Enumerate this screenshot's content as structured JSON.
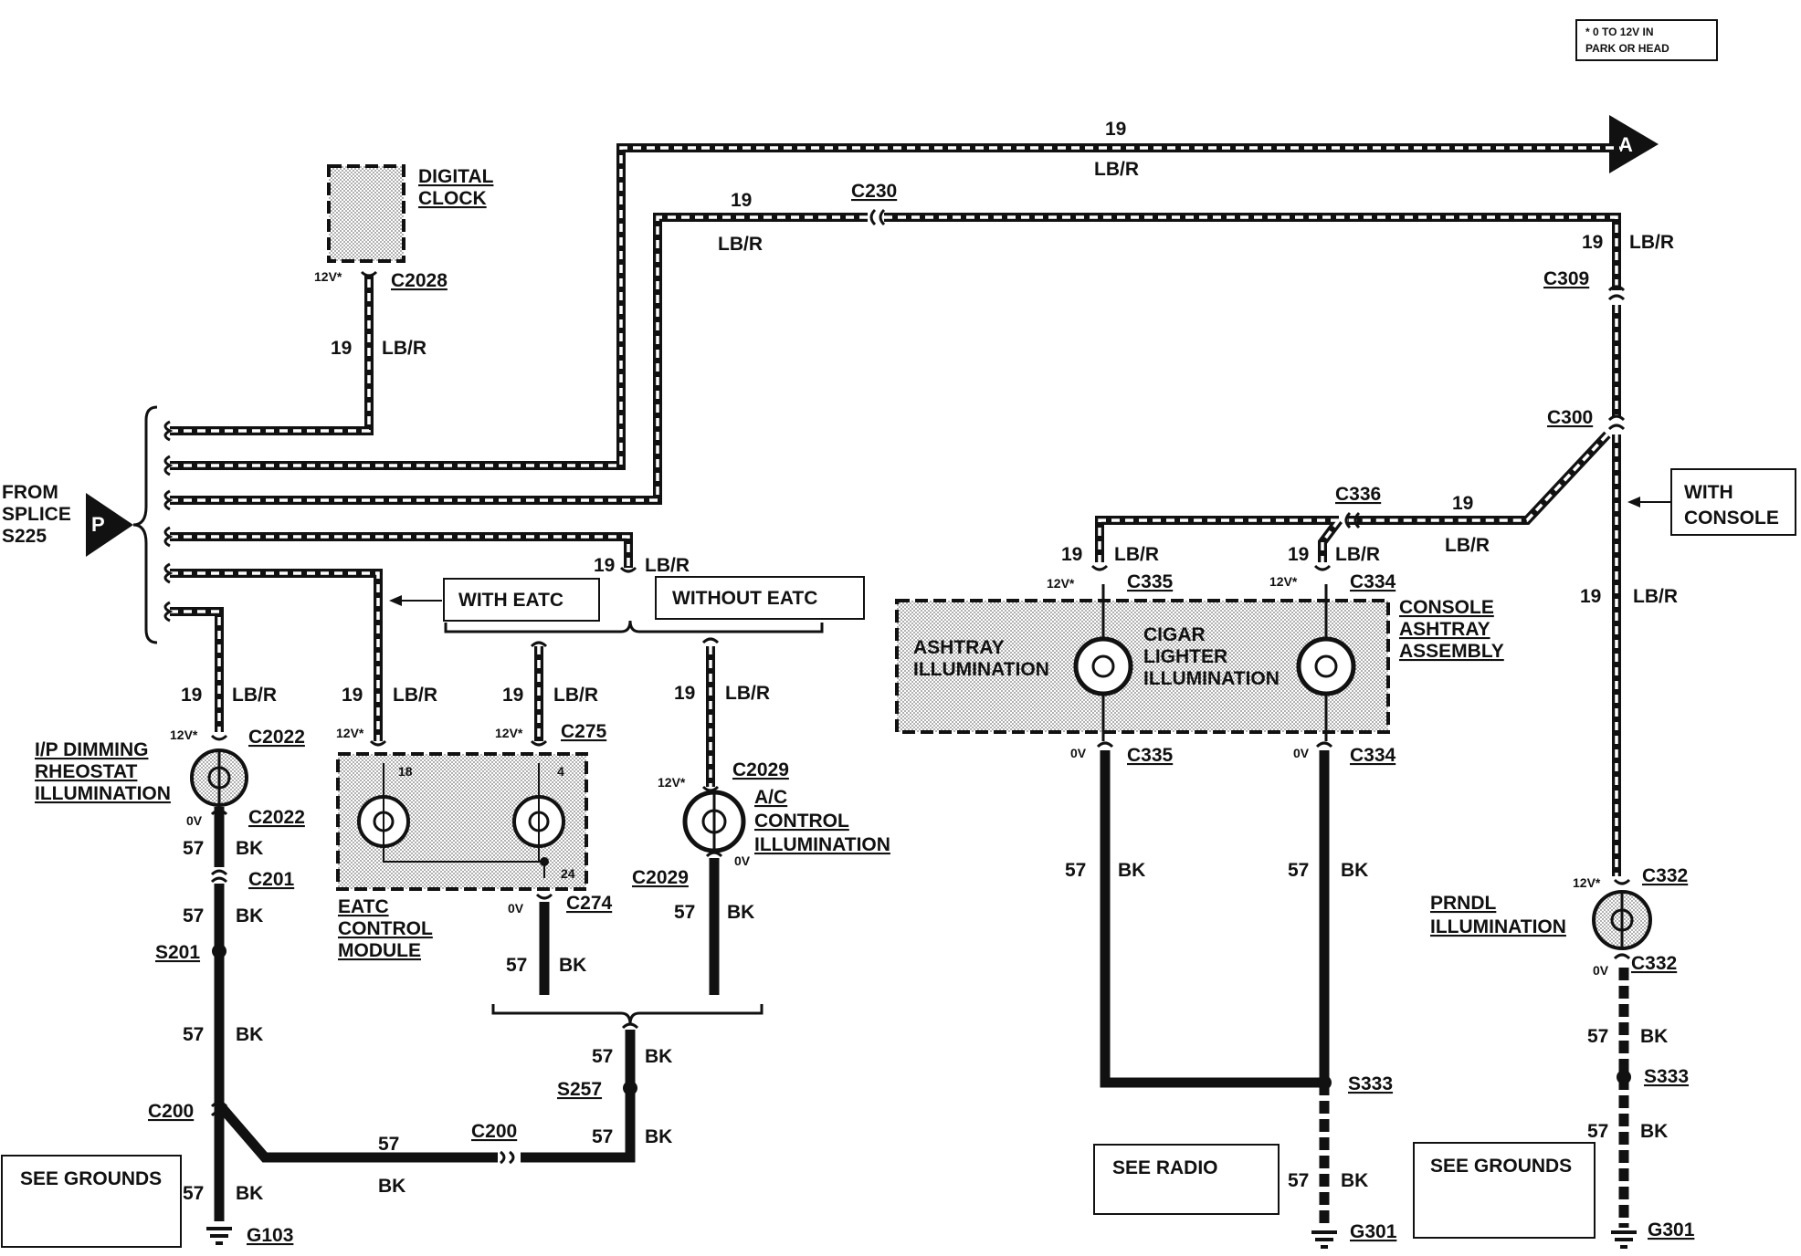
{
  "note": {
    "line1": "* 0 TO 12V IN",
    "line2": "PARK OR HEAD"
  },
  "arrow_a": "A",
  "arrow_p": "P",
  "from_splice": {
    "line1": "FROM",
    "line2": "SPLICE",
    "line3": "S225"
  },
  "wire_19": "19",
  "wire_57": "57",
  "lbr": "LB/R",
  "bk": "BK",
  "v12": "12V*",
  "v0": "0V",
  "components": {
    "digital_clock": {
      "line1": "DIGITAL",
      "line2": "CLOCK"
    },
    "ip_dimming": {
      "line1": "I/P DIMMING",
      "line2": "RHEOSTAT",
      "line3": "ILLUMINATION"
    },
    "eatc_module": {
      "line1": "EATC",
      "line2": "CONTROL",
      "line3": "MODULE"
    },
    "ac_control": {
      "line1": "A/C",
      "line2": "CONTROL",
      "line3": "ILLUMINATION"
    },
    "ashtray": {
      "line1": "ASHTRAY",
      "line2": "ILLUMINATION"
    },
    "cigar": {
      "line1": "CIGAR",
      "line2": "LIGHTER",
      "line3": "ILLUMINATION"
    },
    "console_ashtray": {
      "line1": "CONSOLE",
      "line2": "ASHTRAY",
      "line3": "ASSEMBLY"
    },
    "prndl": {
      "line1": "PRNDL",
      "line2": "ILLUMINATION"
    }
  },
  "boxes": {
    "with_eatc": "WITH EATC",
    "without_eatc": "WITHOUT EATC",
    "with_console": {
      "line1": "WITH",
      "line2": "CONSOLE"
    },
    "see_grounds": "SEE GROUNDS",
    "see_radio": "SEE RADIO"
  },
  "connectors": {
    "c230": "C230",
    "c309": "C309",
    "c300": "C300",
    "c336": "C336",
    "c2028": "C2028",
    "c2022": "C2022",
    "c275": "C275",
    "c274": "C274",
    "c2029": "C2029",
    "c335": "C335",
    "c334": "C334",
    "c332": "C332",
    "c201": "C201",
    "c200": "C200"
  },
  "splices": {
    "s201": "S201",
    "s257": "S257",
    "s333": "S333"
  },
  "grounds": {
    "g103": "G103",
    "g301": "G301"
  },
  "pins": {
    "p18": "18",
    "p4": "4",
    "p24": "24"
  },
  "colors": {
    "ink": "#111111",
    "stipple": "#bdbdbd",
    "background": "#ffffff"
  }
}
